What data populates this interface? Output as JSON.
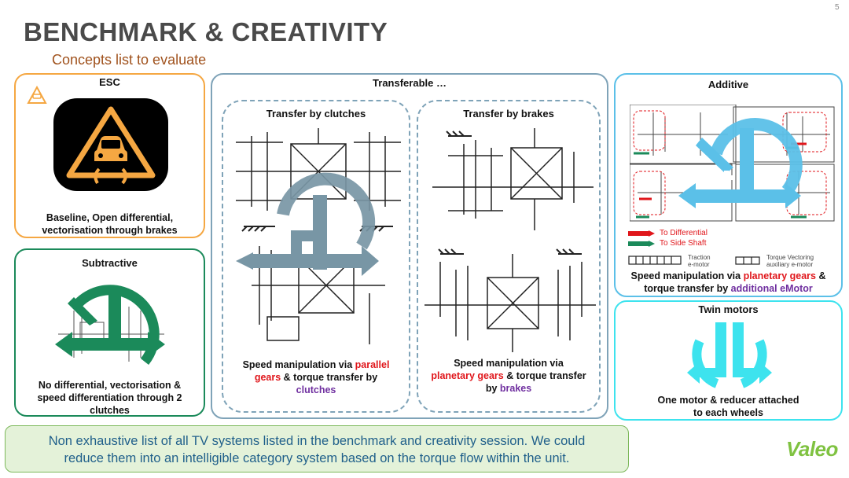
{
  "page_number": "5",
  "title": "BENCHMARK & CREATIVITY",
  "subtitle": "Concepts list to evaluate",
  "colors": {
    "orange": "#f5a742",
    "green": "#1b8a5a",
    "teal": "#7fa3b8",
    "blue": "#5bc0e8",
    "cyan": "#3de3ee",
    "red": "#e0161b",
    "purple": "#7030a0"
  },
  "esc": {
    "title": "ESC",
    "icon": "esc-warning-icon",
    "caption_line1": "Baseline, Open differential,",
    "caption_line2": "vectorisation through brakes"
  },
  "subtractive": {
    "title": "Subtractive",
    "caption_line1": "No differential, vectorisation &",
    "caption_line2": "speed differentiation through 2",
    "caption_line3": "clutches"
  },
  "transferable": {
    "title": "Transferable …",
    "clutches": {
      "title": "Transfer by clutches",
      "cap_a": "Speed manipulation via ",
      "cap_b": "parallel",
      "cap_c": "gears",
      "cap_d": " & torque transfer by",
      "cap_e": "clutches"
    },
    "brakes": {
      "title": "Transfer by brakes",
      "cap_a": "Speed manipulation via",
      "cap_b": "planetary gears",
      "cap_c": " & torque transfer",
      "cap_d": "by ",
      "cap_e": "brakes"
    }
  },
  "additive": {
    "title": "Additive",
    "legend": {
      "to_diff": "To Differential",
      "to_side": "To Side Shaft",
      "traction_1": "Traction",
      "traction_2": "e-motor",
      "tv_1": "Torque Vectoring",
      "tv_2": "auxiliary e-motor"
    },
    "cap_a": "Speed manipulation via ",
    "cap_b": "planetary gears",
    "cap_c": " &",
    "cap_d": "torque transfer by ",
    "cap_e": "additional eMotor"
  },
  "twin": {
    "title": "Twin motors",
    "caption_line1": "One motor & reducer attached",
    "caption_line2": "to each wheels"
  },
  "note": {
    "line1": "Non exhaustive list of all TV systems listed in the benchmark and creativity session. We could",
    "line2": "reduce them into an intelligible category system based on the torque flow within the unit."
  },
  "brand": "Valeo"
}
